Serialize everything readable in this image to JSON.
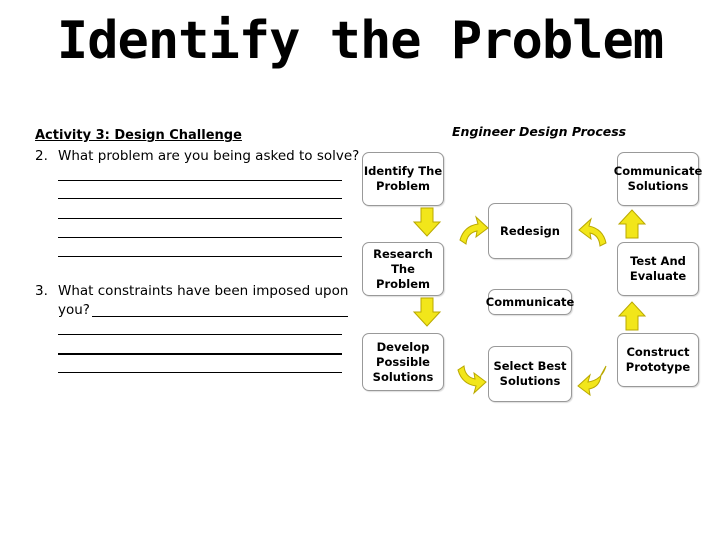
{
  "title": "Identify the Problem",
  "worksheet": {
    "activity": "Activity 3: Design Challenge",
    "q2_number": "2.",
    "q2_text": "What problem are you being asked to solve?",
    "q3_number": "3.",
    "q3_text_line1": "What constraints have been imposed upon",
    "q3_text_line2": "you?"
  },
  "process": {
    "title": "Engineer Design Process",
    "identify": [
      "Identify The",
      "Problem"
    ],
    "research": [
      "Research",
      "The Problem"
    ],
    "develop": [
      "Develop",
      "Possible",
      "Solutions"
    ],
    "select": [
      "Select Best",
      "Solutions"
    ],
    "construct": [
      "Construct",
      "Prototype"
    ],
    "test": [
      "Test And",
      "Evaluate"
    ],
    "communicate_solutions": [
      "Communicate",
      "Solutions"
    ],
    "redesign": "Redesign",
    "communicate": "Communicate",
    "arrow_color": "#f2e61a"
  }
}
